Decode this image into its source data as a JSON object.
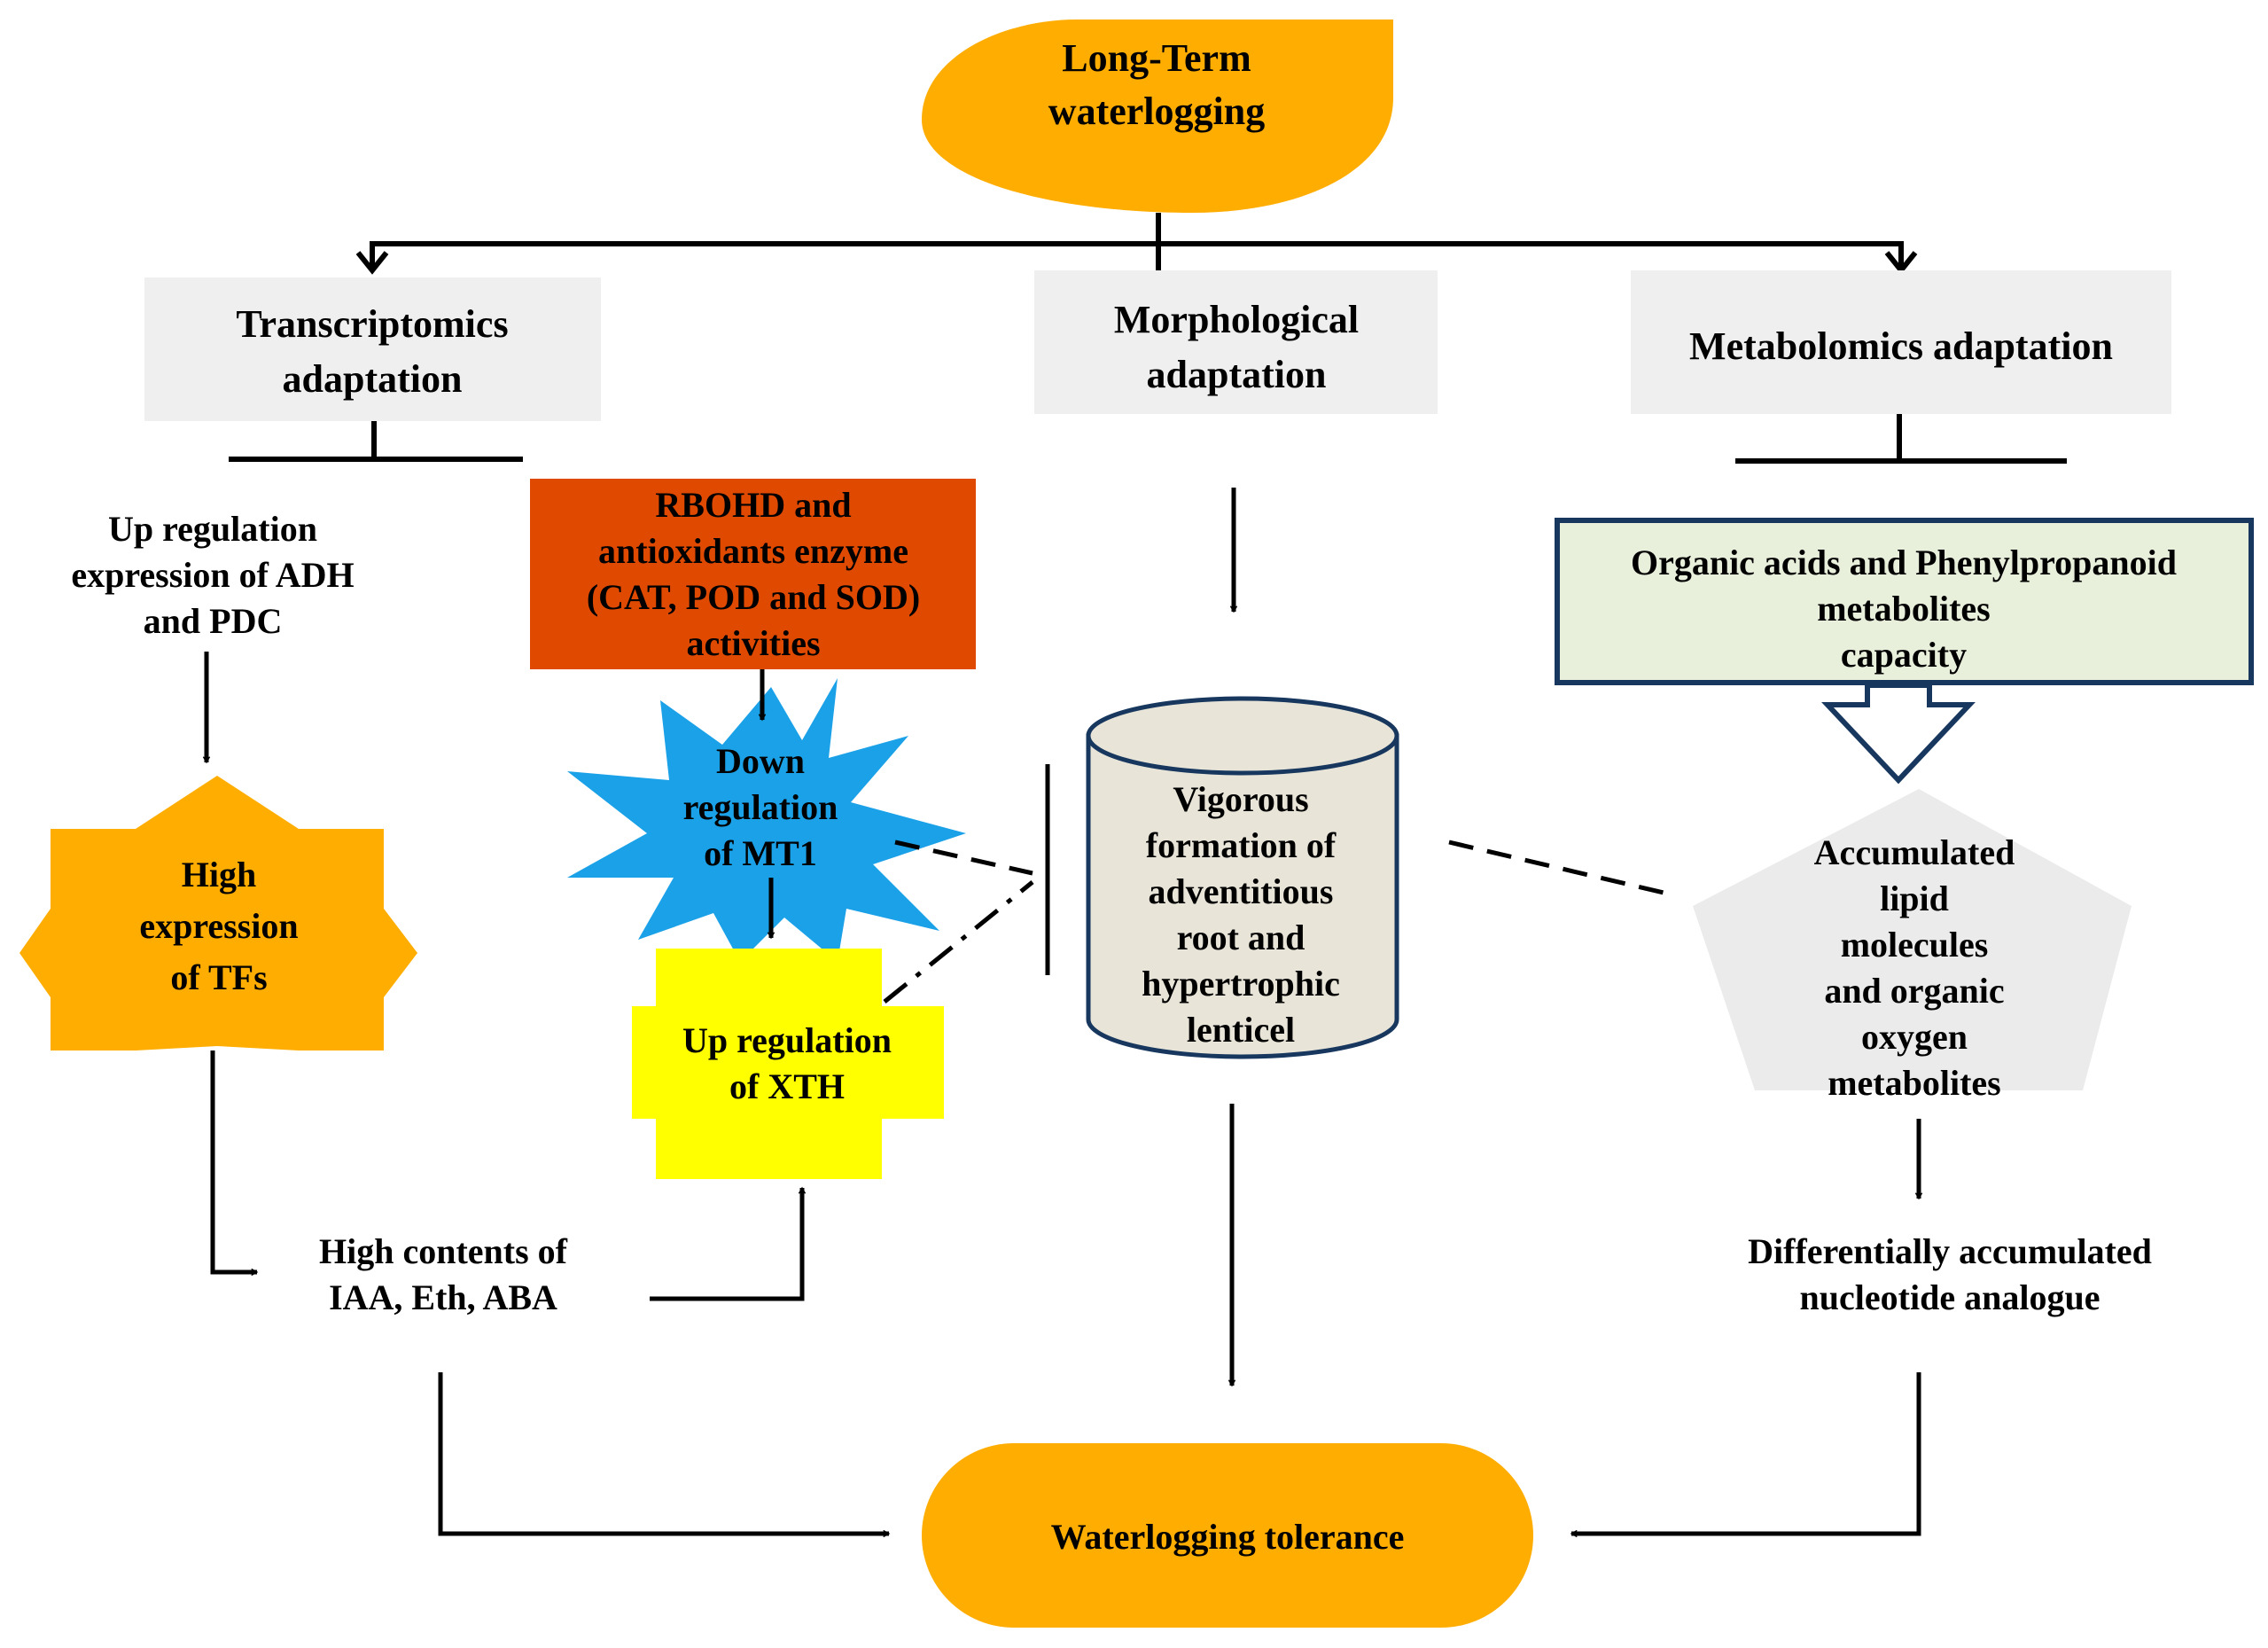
{
  "colors": {
    "orange": "#FFAD00",
    "gray_box": "#EFEFEF",
    "red_box": "#DF4A00",
    "blue_star": "#1BA1E8",
    "yellow_cross": "#FFFF00",
    "green_box": "#E8EFDB",
    "green_border": "#17375E",
    "cylinder_fill": "#E8E4D8",
    "pentagon": "#EBEBEB"
  },
  "nodes": {
    "start": {
      "lines": [
        "Long-Term",
        "waterlogging"
      ]
    },
    "transcriptomics": {
      "lines": [
        "Transcriptomics",
        "adaptation"
      ]
    },
    "morphological": {
      "lines": [
        "Morphological",
        "adaptation"
      ]
    },
    "metabolomics": {
      "lines": [
        "Metabolomics adaptation"
      ]
    },
    "adh_pdc": {
      "lines": [
        "Up regulation",
        "expression of ADH",
        "and PDC"
      ]
    },
    "tfs": {
      "lines": [
        "High",
        "expression",
        "of TFs"
      ]
    },
    "hormones": {
      "lines": [
        "High contents of",
        "IAA, Eth, ABA"
      ]
    },
    "rbohd": {
      "lines": [
        "RBOHD and",
        "antioxidants enzyme",
        "(CAT, POD and SOD)",
        "activities"
      ]
    },
    "mt1": {
      "lines": [
        "Down",
        "regulation",
        "of MT1"
      ]
    },
    "xth": {
      "lines": [
        "Up regulation",
        "of XTH"
      ]
    },
    "cylinder": {
      "lines": [
        "Vigorous",
        "formation  of",
        "adventitious",
        "root and",
        "hypertrophic",
        "lenticel"
      ]
    },
    "organic_acids": {
      "lines": [
        "Organic acids and Phenylpropanoid",
        "metabolites",
        "capacity"
      ]
    },
    "lipids": {
      "lines": [
        "Accumulated",
        "lipid",
        "molecules",
        "and organic",
        "oxygen",
        "metabolites"
      ]
    },
    "nucleotide": {
      "lines": [
        "Differentially accumulated",
        "nucleotide analogue"
      ]
    },
    "tolerance": {
      "lines": [
        "Waterlogging tolerance"
      ]
    }
  }
}
